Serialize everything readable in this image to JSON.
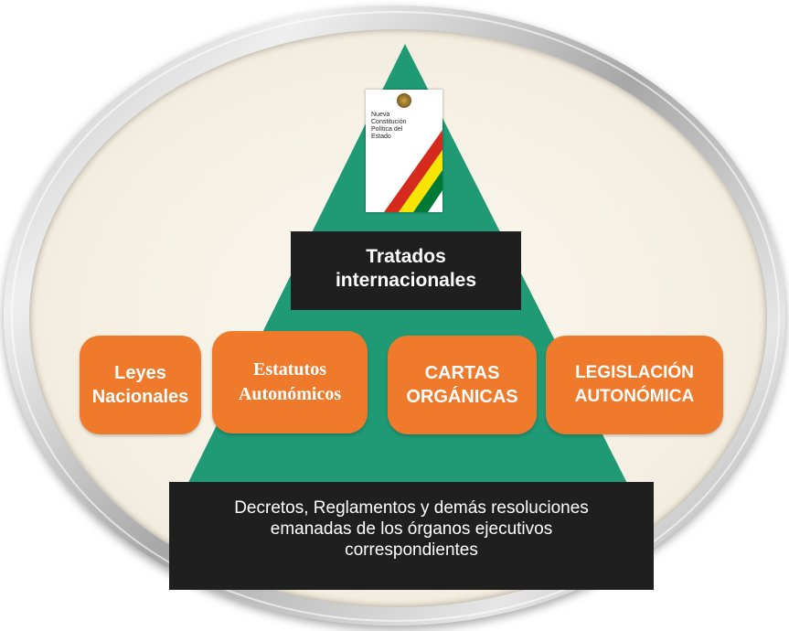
{
  "diagram": {
    "document": {
      "cover_lines": [
        "Nueva",
        "Constitución",
        "Política del",
        "Estado"
      ]
    },
    "levels": {
      "top_box": {
        "line1": "Tratados",
        "line2": "internacionales"
      },
      "middle": [
        {
          "line1": "Leyes",
          "line2": "Nacionales"
        },
        {
          "line1": "Estatutos",
          "line2": "Autonómicos"
        },
        {
          "line1": "CARTAS",
          "line2": "ORGÁNICAS"
        },
        {
          "line1": "LEGISLACIÓN",
          "line2": "AUTONÓMICA"
        }
      ],
      "bottom_box": {
        "line1": "Decretos, Reglamentos y demás resoluciones",
        "line2": "emanadas de los órganos ejecutivos",
        "line3": "correspondientes"
      }
    }
  },
  "colors": {
    "pyramid_green": "#1f9a74",
    "pill_orange": "#f07a2c",
    "dark_box": "#1f1f1f",
    "flag_red": "#d52b1e",
    "flag_yellow": "#f9e300",
    "flag_green": "#007934"
  }
}
